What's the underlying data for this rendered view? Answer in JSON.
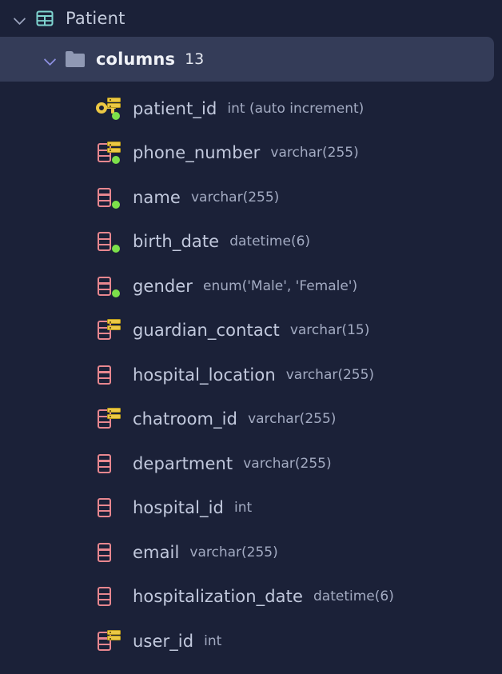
{
  "table": {
    "name": "Patient",
    "icon": "table-grid-icon",
    "expanded": true,
    "chevron": "chevron-down-icon"
  },
  "columns_node": {
    "label": "columns",
    "count": "13",
    "icon": "folder-icon",
    "chevron": "chevron-down-icon",
    "selected": true
  },
  "colors": {
    "background": "#1b2138",
    "selected_row": "#343c58",
    "column_icon": "#e8878f",
    "key_icon": "#ecc844",
    "index_badge": "#ecc844",
    "notnull_dot": "#7ce04a",
    "table_icon": "#7fd4d0",
    "folder_icon": "#9099b4",
    "name_text": "#c2c9dd",
    "type_text": "#a3abc2",
    "chevron_purple": "#8d8fe0",
    "chevron_grey": "#9aa3bd"
  },
  "columns": [
    {
      "name": "patient_id",
      "type": "int (auto increment)",
      "icon": "primary-key-icon",
      "indexed": true,
      "not_null": true
    },
    {
      "name": "phone_number",
      "type": "varchar(255)",
      "icon": "column-icon",
      "indexed": true,
      "not_null": true
    },
    {
      "name": "name",
      "type": "varchar(255)",
      "icon": "column-icon",
      "indexed": false,
      "not_null": true
    },
    {
      "name": "birth_date",
      "type": "datetime(6)",
      "icon": "column-icon",
      "indexed": false,
      "not_null": true
    },
    {
      "name": "gender",
      "type": "enum('Male', 'Female')",
      "icon": "column-icon",
      "indexed": false,
      "not_null": true
    },
    {
      "name": "guardian_contact",
      "type": "varchar(15)",
      "icon": "column-icon",
      "indexed": true,
      "not_null": false
    },
    {
      "name": "hospital_location",
      "type": "varchar(255)",
      "icon": "column-icon",
      "indexed": false,
      "not_null": false
    },
    {
      "name": "chatroom_id",
      "type": "varchar(255)",
      "icon": "column-icon",
      "indexed": true,
      "not_null": false
    },
    {
      "name": "department",
      "type": "varchar(255)",
      "icon": "column-icon",
      "indexed": false,
      "not_null": false
    },
    {
      "name": "hospital_id",
      "type": "int",
      "icon": "column-icon",
      "indexed": false,
      "not_null": false
    },
    {
      "name": "email",
      "type": "varchar(255)",
      "icon": "column-icon",
      "indexed": false,
      "not_null": false
    },
    {
      "name": "hospitalization_date",
      "type": "datetime(6)",
      "icon": "column-icon",
      "indexed": false,
      "not_null": false
    },
    {
      "name": "user_id",
      "type": "int",
      "icon": "column-icon",
      "indexed": true,
      "not_null": false
    }
  ]
}
